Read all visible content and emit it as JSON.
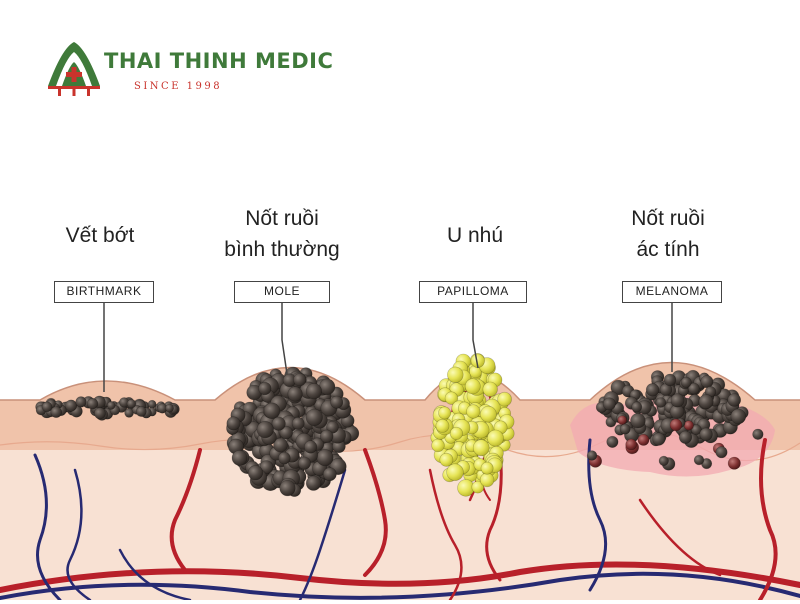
{
  "brand": {
    "name": "THAI THINH MEDIC",
    "since": "SINCE 1998",
    "colors": {
      "green": "#3f7a3a",
      "red": "#c9332c"
    }
  },
  "lesions": [
    {
      "name_vi": "Vết bớt",
      "label": "BIRTHMARK"
    },
    {
      "name_vi": "Nốt ruồi\nbình thường",
      "label": "MOLE"
    },
    {
      "name_vi": "U nhú",
      "label": "PAPILLOMA"
    },
    {
      "name_vi": "Nốt ruồi\nác tính",
      "label": "MELANOMA"
    }
  ],
  "colors": {
    "skin_surface": "#f0c3aa",
    "skin_deep": "#f8e1d3",
    "cell_dark": "#4d4540",
    "papilloma_cell": "#e6e455",
    "artery": "#b8202a",
    "vein": "#272a72",
    "inflamed": "#f3a9b2"
  }
}
